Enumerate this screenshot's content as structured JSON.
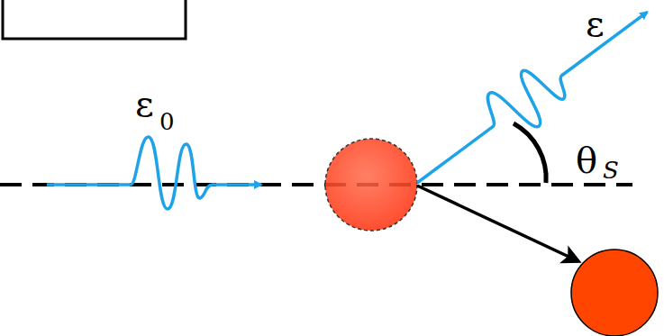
{
  "diagram": {
    "labels": [
      "ε",
      "0",
      "ε",
      "θ",
      "S"
    ]
  }
}
